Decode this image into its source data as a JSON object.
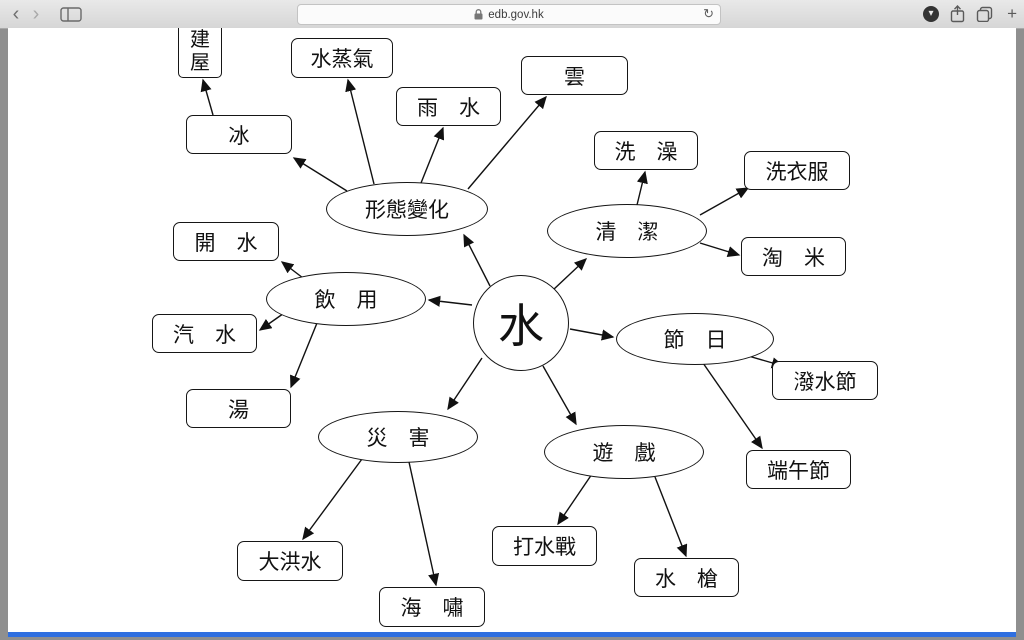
{
  "browser": {
    "address": "edb.gov.hk",
    "back": "‹",
    "forward": "›",
    "reload": "↻",
    "new_tab": "+",
    "icons": {
      "lock": "padlock",
      "sidebar": "split-rectangle",
      "downloads": "dark-circle",
      "share": "box-with-up-arrow",
      "tabs": "overlapping-squares"
    }
  },
  "page": {
    "accent_blue": "#2f6fe0"
  },
  "mindmap": {
    "center": "水",
    "branches": [
      {
        "label": "形態變化"
      },
      {
        "label": "清　潔"
      },
      {
        "label": "節　日"
      },
      {
        "label": "遊　戲"
      },
      {
        "label": "災　害"
      },
      {
        "label": "飲　用"
      }
    ],
    "leaves": [
      {
        "label": "建屋"
      },
      {
        "label": "水蒸氣"
      },
      {
        "label": "雨　水"
      },
      {
        "label": "雲"
      },
      {
        "label": "冰"
      },
      {
        "label": "洗　澡"
      },
      {
        "label": "洗衣服"
      },
      {
        "label": "淘　米"
      },
      {
        "label": "開　水"
      },
      {
        "label": "汽　水"
      },
      {
        "label": "湯"
      },
      {
        "label": "潑水節"
      },
      {
        "label": "端午節"
      },
      {
        "label": "打水戰"
      },
      {
        "label": "水　槍"
      },
      {
        "label": "大洪水"
      },
      {
        "label": "海　嘯"
      }
    ],
    "edges": [
      [
        "水",
        "形態變化"
      ],
      [
        "水",
        "清潔"
      ],
      [
        "水",
        "節日"
      ],
      [
        "水",
        "遊戲"
      ],
      [
        "水",
        "災害"
      ],
      [
        "水",
        "飲用"
      ],
      [
        "形態變化",
        "冰"
      ],
      [
        "形態變化",
        "水蒸氣"
      ],
      [
        "形態變化",
        "雨水"
      ],
      [
        "形態變化",
        "雲"
      ],
      [
        "冰",
        "建屋"
      ],
      [
        "清潔",
        "洗澡"
      ],
      [
        "清潔",
        "洗衣服"
      ],
      [
        "清潔",
        "淘米"
      ],
      [
        "節日",
        "潑水節"
      ],
      [
        "節日",
        "端午節"
      ],
      [
        "遊戲",
        "打水戰"
      ],
      [
        "遊戲",
        "水槍"
      ],
      [
        "災害",
        "大洪水"
      ],
      [
        "災害",
        "海嘯"
      ],
      [
        "飲用",
        "開水"
      ],
      [
        "飲用",
        "汽水"
      ],
      [
        "飲用",
        "湯"
      ]
    ]
  }
}
